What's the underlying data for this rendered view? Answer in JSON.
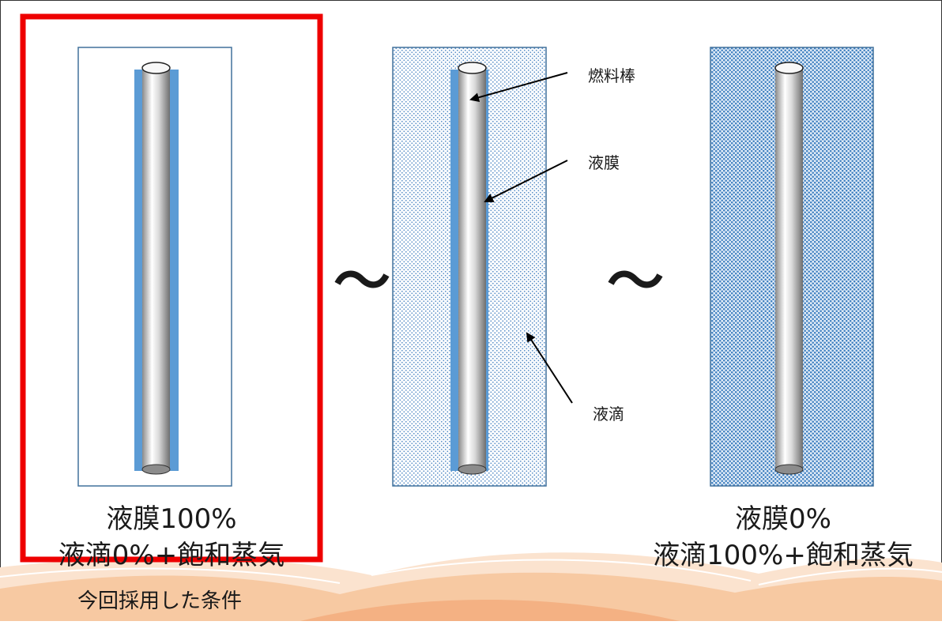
{
  "panels": [
    {
      "id": "film100",
      "caption_line1": "液膜100%",
      "caption_line2": "液滴0%+飽和蒸気"
    },
    {
      "id": "mixed"
    },
    {
      "id": "droplet100",
      "caption_line1": "液膜0%",
      "caption_line2": "液滴100%+飽和蒸気"
    }
  ],
  "annotations": {
    "fuel_rod": "燃料棒",
    "liquid_film": "液膜",
    "droplet": "液滴"
  },
  "approx_symbol": "～",
  "highlight_note": "今回採用した条件",
  "colors": {
    "highlight_border": "#ee0000",
    "liquid_film": "#5b9bd5",
    "panel_border": "#41719c",
    "dot_pattern": "#3d7fc0",
    "footer_band": "#f4b183"
  }
}
